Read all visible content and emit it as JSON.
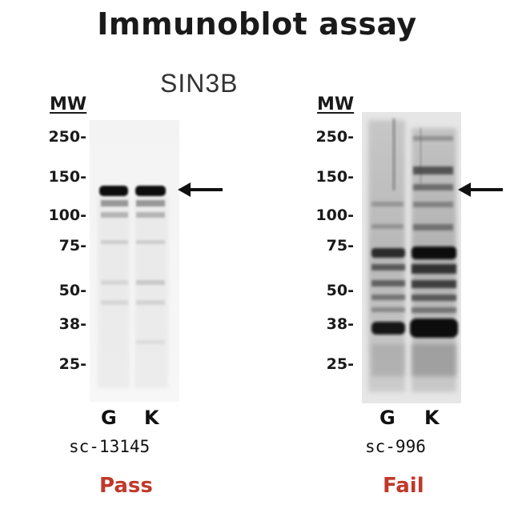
{
  "title": "Immunoblot assay",
  "target": "SIN3B",
  "colors": {
    "pass": "#c0392b",
    "fail": "#c0392b",
    "text": "#1a1a1a"
  },
  "left_blot": {
    "mw_label": "MW",
    "markers": [
      "250-",
      "150-",
      "100-",
      "75-",
      "50-",
      "38-",
      "25-"
    ],
    "lanes": [
      "G",
      "K"
    ],
    "catalog": "sc-13145",
    "result": "Pass"
  },
  "right_blot": {
    "mw_label": "MW",
    "markers": [
      "250-",
      "150-",
      "100-",
      "75-",
      "50-",
      "38-",
      "25-"
    ],
    "lanes": [
      "G",
      "K"
    ],
    "catalog": "sc-996",
    "result": "Fail"
  },
  "arrows": [
    "arrow-icon",
    "arrow-icon"
  ]
}
